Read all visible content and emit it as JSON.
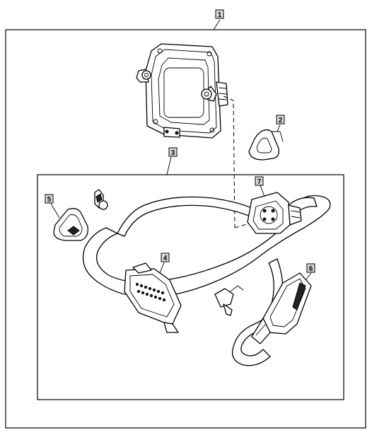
{
  "callouts": [
    {
      "id": "1",
      "label": "1"
    },
    {
      "id": "2",
      "label": "2"
    },
    {
      "id": "3",
      "label": "3"
    },
    {
      "id": "4",
      "label": "4"
    },
    {
      "id": "5",
      "label": "5"
    },
    {
      "id": "6",
      "label": "6"
    },
    {
      "id": "7",
      "label": "7"
    }
  ],
  "colors": {
    "callout_fill": "#d9d9d9",
    "line": "#000000",
    "background": "#ffffff"
  }
}
